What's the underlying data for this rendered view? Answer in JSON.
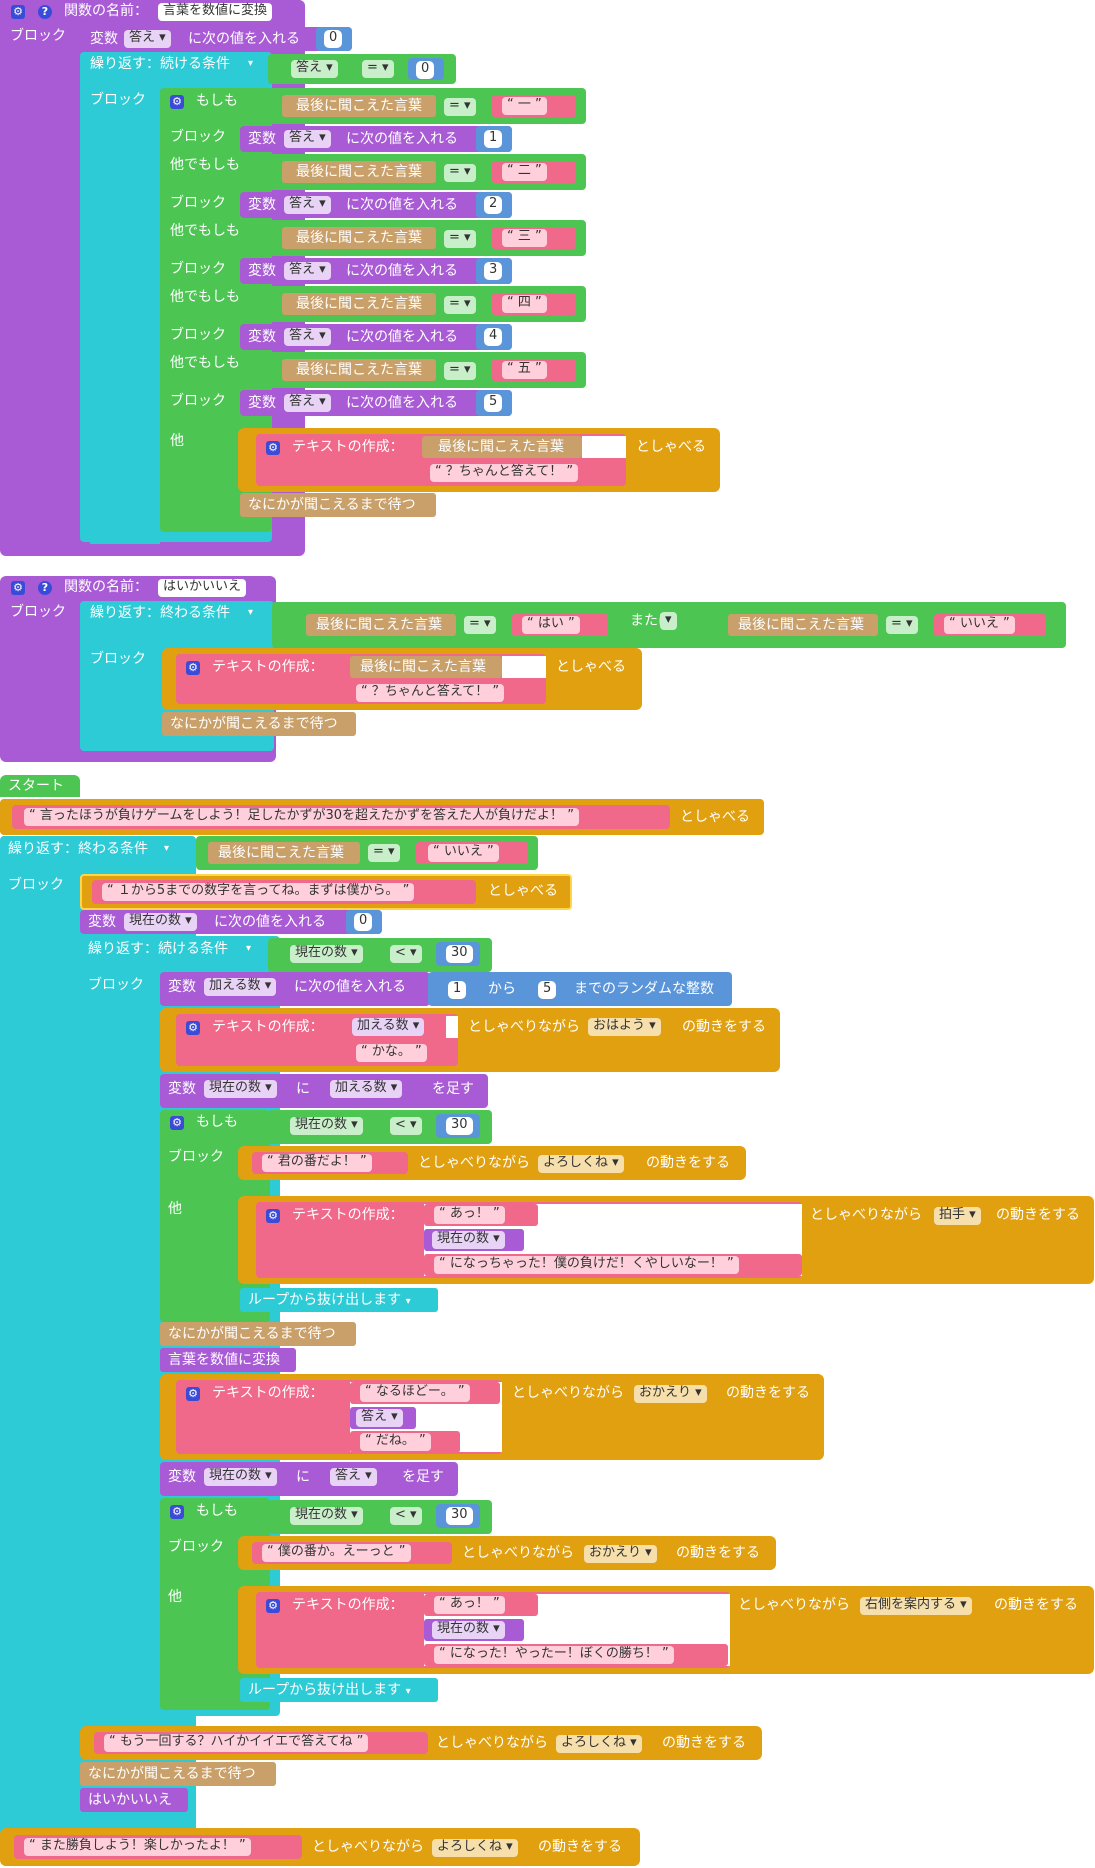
{
  "labels": {
    "func_name": "関数の名前：",
    "block": "ブロック",
    "variable": "変数",
    "set_to": "に次の値を入れる",
    "loop_while": "繰り返す：続ける条件",
    "loop_until": "繰り返す：終わる条件",
    "if": "もしも",
    "elseif": "他でもしも",
    "else": "他",
    "create_text": "テキストの作成：",
    "speak": "としゃべる",
    "speak_while": "としゃべりながら",
    "do_motion": "の動きをする",
    "wait_until_heard": "なにかが聞こえるまで待つ",
    "last_heard": "最後に聞こえた言葉",
    "eq": "=",
    "lt": "<",
    "dropdown": "▾",
    "or": "または",
    "from": "から",
    "random_int_tail": "までのランダムな整数",
    "add_to": "に",
    "add_tail": "を足す",
    "break_loop": "ループから抜け出します",
    "start": "スタート",
    "q_open": "“",
    "q_close": "”"
  },
  "icons": {
    "gear": "gear-icon",
    "help": "help-icon"
  },
  "colors": {
    "function": "#a95bd6",
    "loop": "#2dcbd6",
    "logic": "#4cc552",
    "speech": "#e0a010",
    "text": "#f0688a",
    "sensor": "#c9a06a",
    "math": "#5b95d9"
  },
  "func1": {
    "name": "言葉を数値に変換",
    "var": "答え",
    "init": "0",
    "cmp_value": "0",
    "cases": [
      {
        "word": "一",
        "value": "1"
      },
      {
        "word": "二",
        "value": "2"
      },
      {
        "word": "三",
        "value": "3"
      },
      {
        "word": "四",
        "value": "4"
      },
      {
        "word": "五",
        "value": "5"
      }
    ],
    "retry_text": "？ちゃんと答えて！"
  },
  "func2": {
    "name": "はいかいいえ",
    "yes": "はい",
    "no": "いいえ",
    "retry_text": "？ちゃんと答えて！"
  },
  "main": {
    "intro": "言ったほうが負けゲームをしよう！足したかずが30を超えたかずを答えた人が負けだよ！",
    "until_word": "いいえ",
    "rules": "１から5までの数字を言ってね。まずは僕から。",
    "cur_var": "現在の数",
    "zero": "0",
    "limit": "30",
    "add_var": "加える数",
    "rand_min": "1",
    "rand_max": "5",
    "kana": "かな。",
    "motion_hello": "おはよう",
    "your_turn": "君の番だよ！",
    "motion_regards": "よろしくね",
    "oops": "あっ！",
    "lose_text": "になっちゃった！僕の負けだ！くやしいなー！",
    "motion_clap": "拍手",
    "call_convert": "言葉を数値に変換",
    "naruhodo": "なるほどー。",
    "answer_var": "答え",
    "dane": "だね。",
    "motion_welcome": "おかえり",
    "my_turn": "僕の番か。えーっと",
    "win_text": "になった！やったー！ぼくの勝ち！",
    "motion_right": "右側を案内する",
    "again": "もう一回する？ハイかイイエで答えてね",
    "call_yesno": "はいかいいえ",
    "bye": "また勝負しよう！楽しかったよ！"
  }
}
